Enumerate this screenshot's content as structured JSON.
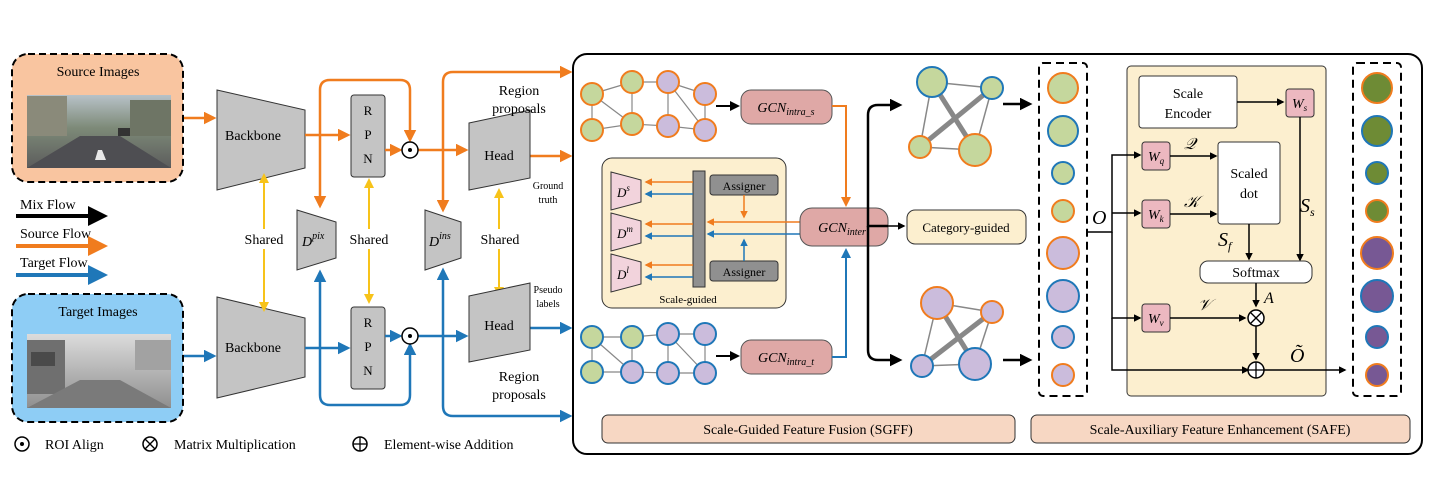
{
  "inputs": {
    "source_title": "Source Images",
    "target_title": "Target Images"
  },
  "legend_flows": {
    "mix": "Mix Flow",
    "source": "Source Flow",
    "target": "Target Flow"
  },
  "backbone": {
    "top": "Backbone",
    "bottom": "Backbone"
  },
  "rpn": {
    "letters": [
      "R",
      "P",
      "N"
    ]
  },
  "head": {
    "top": "Head",
    "bottom": "Head"
  },
  "shared": {
    "a": "Shared",
    "b": "Shared",
    "c": "Shared"
  },
  "discriminators": {
    "pix": "pix",
    "ins": "ins",
    "base": "D"
  },
  "annotations": {
    "region_top_1": "Region",
    "region_top_2": "proposals",
    "region_bot_1": "Region",
    "region_bot_2": "proposals",
    "ground_1": "Ground",
    "ground_2": "truth",
    "pseudo_1": "Pseudo",
    "pseudo_2": "labels"
  },
  "sgff": {
    "gcn_s_base": "GCN",
    "gcn_s_sub": "intra_s",
    "gcn_t_base": "GCN",
    "gcn_t_sub": "intra_t",
    "gcn_inter_base": "GCN",
    "gcn_inter_sub": "inter",
    "category_guided": "Category-guided",
    "scale_guided": "Scale-guided",
    "assigner_top": "Assigner",
    "assigner_bot": "Assigner",
    "d_s": "s",
    "d_m": "m",
    "d_l": "l",
    "section_label": "Scale-Guided Feature Fusion (SGFF)"
  },
  "safe": {
    "scale_encoder_1": "Scale",
    "scale_encoder_2": "Encoder",
    "scaled_dot_1": "Scaled",
    "scaled_dot_2": "dot",
    "softmax": "Softmax",
    "w_s": "s",
    "w_q": "q",
    "w_k": "k",
    "w_v": "v",
    "q": "𝒬",
    "k": "𝒦",
    "v": "𝒱",
    "S_s": "S",
    "S_s_sub": "s",
    "S_f": "S",
    "S_f_sub": "f",
    "A": "A",
    "O": "O",
    "O_tilde": "Õ",
    "section_label": "Scale-Auxiliary Feature Enhancement (SAFE)"
  },
  "legend_ops": {
    "roi": "ROI Align",
    "matmul": "Matrix Multiplication",
    "add": "Element-wise Addition"
  },
  "colors": {
    "source": "#f07c1e",
    "target": "#1f77b8",
    "green_node": "#c5d79d",
    "purple_node": "#cbbcdc",
    "gcn_box": "#dfa8a6",
    "panel_yellow": "#fcefcf",
    "label_peach": "#f7d7c3",
    "source_bg": "#f9c5a0",
    "target_bg": "#8ecdf5",
    "gray": "#c4c4c4",
    "w_box": "#ecb8c0"
  }
}
